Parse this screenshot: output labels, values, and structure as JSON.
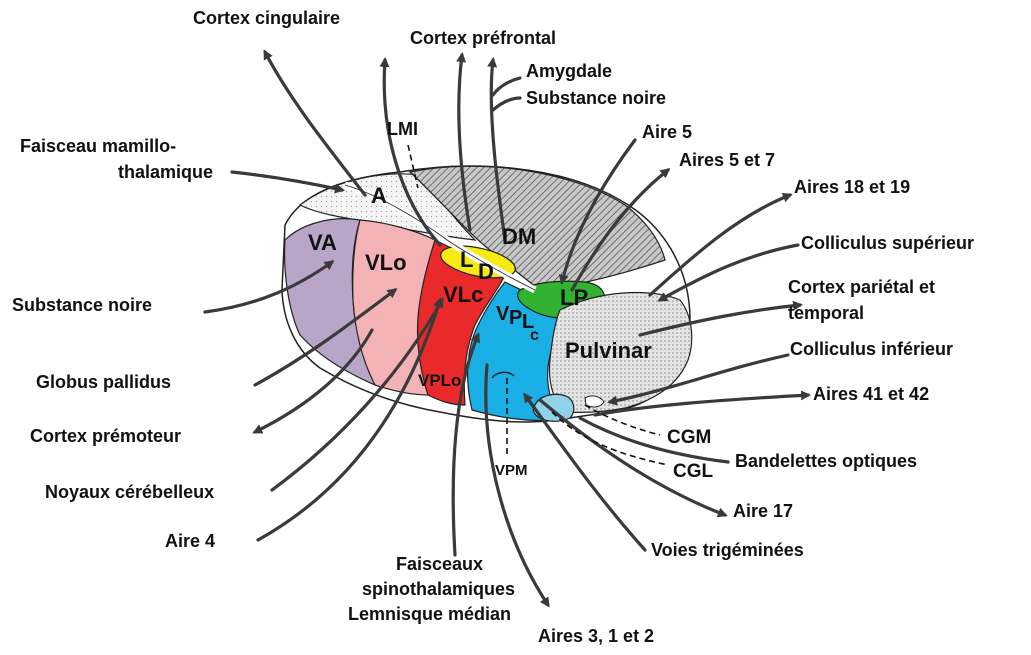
{
  "labels": {
    "cortex_cingulaire": "Cortex cingulaire",
    "cortex_prefrontal": "Cortex préfrontal",
    "amygdale": "Amygdale",
    "substance_noire_top": "Substance noire",
    "faisceau_line1": "Faisceau mamillo-",
    "faisceau_line2": "thalamique",
    "lmi": "LMI",
    "aire5": "Aire 5",
    "aires5et7": "Aires 5 et 7",
    "aires18et19": "Aires 18 et 19",
    "colliculus_sup": "Colliculus supérieur",
    "cortex_parietal_line1": "Cortex pariétal et",
    "cortex_parietal_line2": "temporal",
    "colliculus_inf": "Colliculus inférieur",
    "aires41et42": "Aires 41 et 42",
    "cgm": "CGM",
    "bandelettes": "Bandelettes optiques",
    "cgl": "CGL",
    "aire17": "Aire 17",
    "voies_trigeminees": "Voies trigéminées",
    "aires312": "Aires 3, 1 et 2",
    "faisceaux_line1": "Faisceaux",
    "faisceaux_line2": "spinothalamiques",
    "faisceaux_line3": "Lemnisque médian",
    "vpm": "VPM",
    "aire4": "Aire 4",
    "noyaux_cerebelleux": "Noyaux cérébelleux",
    "cortex_premoteur": "Cortex prémoteur",
    "globus_pallidus": "Globus pallidus",
    "substance_noire_left": "Substance noire"
  },
  "nuclei": {
    "a": "A",
    "dm": "DM",
    "va": "VA",
    "vlo": "VLo",
    "ld_l": "L",
    "ld_d": "D",
    "vlc": "VLc",
    "lp": "LP",
    "vpl_v": "V",
    "vpl_p": "P",
    "vpl_l": "L",
    "vpl_c": "c",
    "pulvinar": "Pulvinar",
    "vplo": "VPLo"
  },
  "colors": {
    "va": "#b9a5c8",
    "vlo": "#f3b3b6",
    "vlc": "#ea2a2a",
    "ld": "#f6ea14",
    "lp": "#31b231",
    "vpl": "#1ab0e6",
    "pulvinar": "#d9d9d9",
    "dm": "#9a9a9a",
    "a": "#f2f2f2",
    "cgl": "#8fd2ea"
  }
}
